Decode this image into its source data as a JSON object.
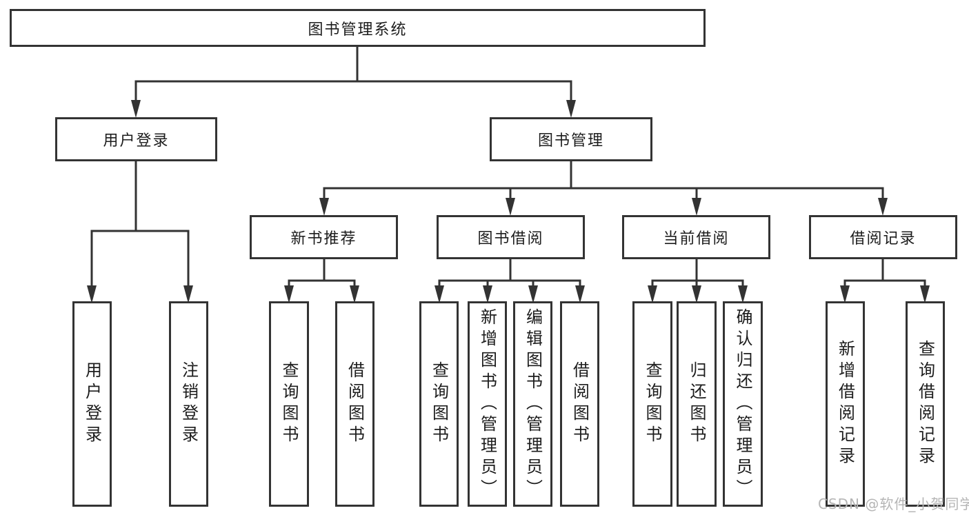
{
  "colors": {
    "bg": "#ffffff",
    "line": "#333333",
    "text": "#1c1c1c",
    "watermark": "#b5b5b5"
  },
  "watermark": {
    "text": "CSDN @软件_小贺同学"
  },
  "tree": {
    "label": "图书管理系统",
    "children": [
      {
        "label": "用户登录",
        "children": [
          {
            "label": "用户登录"
          },
          {
            "label": "注销登录"
          }
        ]
      },
      {
        "label": "图书管理",
        "children": [
          {
            "label": "新书推荐",
            "children": [
              {
                "label": "查询图书"
              },
              {
                "label": "借阅图书"
              }
            ]
          },
          {
            "label": "图书借阅",
            "children": [
              {
                "label": "查询图书"
              },
              {
                "label": "新增图书（管理员）"
              },
              {
                "label": "编辑图书（管理员）"
              },
              {
                "label": "借阅图书"
              }
            ]
          },
          {
            "label": "当前借阅",
            "children": [
              {
                "label": "查询图书"
              },
              {
                "label": "归还图书"
              },
              {
                "label": "确认归还（管理员）"
              }
            ]
          },
          {
            "label": "借阅记录",
            "children": [
              {
                "label": "新增借阅记录"
              },
              {
                "label": "查询借阅记录"
              }
            ]
          }
        ]
      }
    ]
  }
}
